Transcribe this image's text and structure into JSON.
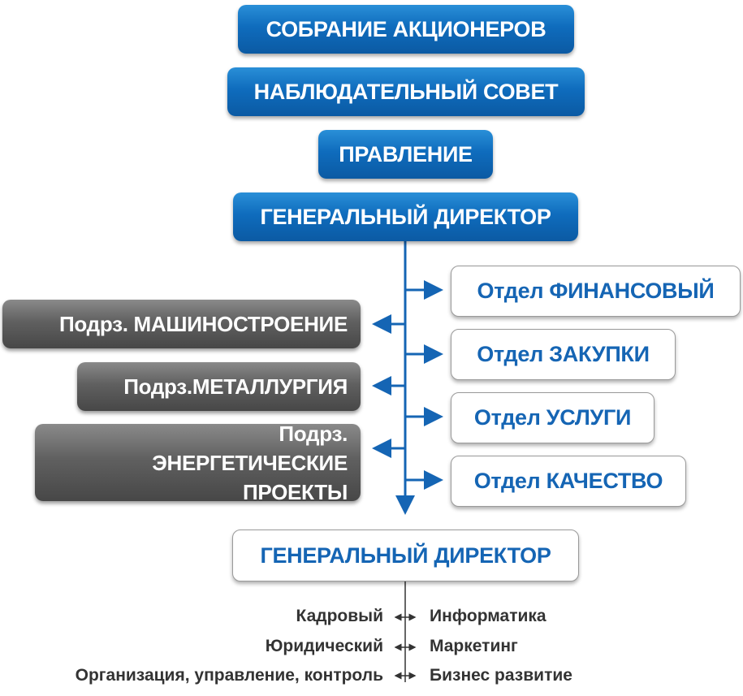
{
  "governance": {
    "shareholders_meeting": "СОБРАНИЕ АКЦИОНЕРОВ",
    "supervisory_board": "НАБЛЮДАТЕЛЬНЫЙ СОВЕТ",
    "management_board": "ПРАВЛЕНИЕ",
    "general_director": "ГЕНЕРАЛЬНЫЙ ДИРЕКТОР"
  },
  "divisions": [
    {
      "label": "Подрз. МАШИНОСТРОЕНИЕ"
    },
    {
      "label": "Подрз.МЕТАЛЛУРГИЯ"
    },
    {
      "label": "Подрз. ЭНЕРГЕТИЧЕСКИЕ ПРОЕКТЫ"
    }
  ],
  "departments": [
    {
      "label": "Отдел ФИНАНСОВЫЙ"
    },
    {
      "label": "Отдел ЗАКУПКИ"
    },
    {
      "label": "Отдел УСЛУГИ"
    },
    {
      "label": "Отдел КАЧЕСТВО"
    }
  ],
  "second_director": "ГЕНЕРАЛЬНЫЙ ДИРЕКТОР",
  "services": {
    "left": [
      "Кадровый",
      "Юридический",
      "Организация, управление, контроль"
    ],
    "right": [
      "Информатика",
      "Маркетинг",
      "Бизнес развитие"
    ]
  },
  "colors": {
    "blue": "#0f6cbd",
    "gray": "#606060",
    "white_box_text": "#1565b4",
    "connector": "#1565b4",
    "bottom_text": "#333333"
  }
}
